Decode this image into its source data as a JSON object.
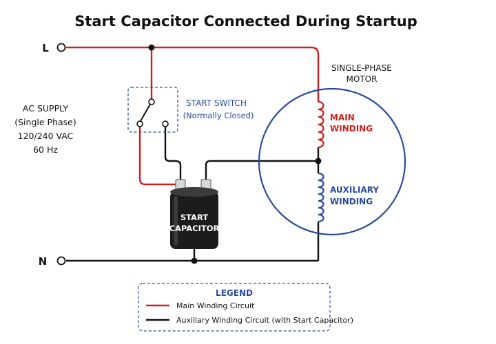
{
  "title": "Start Capacitor Connected During Startup",
  "terminals": {
    "line": "L",
    "neutral": "N"
  },
  "supply": {
    "line1": "AC SUPPLY",
    "line2": "(Single Phase)",
    "line3": "120/240 VAC",
    "line4": "60 Hz"
  },
  "start_switch": {
    "label": "START SWITCH",
    "sublabel": "(Normally Closed)"
  },
  "motor": {
    "label_line1": "SINGLE-PHASE",
    "label_line2": "MOTOR",
    "main_winding_line1": "MAIN",
    "main_winding_line2": "WINDING",
    "aux_winding_line1": "AUXILIARY",
    "aux_winding_line2": "WINDING"
  },
  "capacitor": {
    "label_line1": "START",
    "label_line2": "CAPACITOR"
  },
  "legend": {
    "title": "LEGEND",
    "items": [
      {
        "label": "Main Winding Circuit",
        "color": "#cc1f1f"
      },
      {
        "label": "Auxiliary Winding Circuit (with Start Capacitor)",
        "color": "#111111"
      }
    ]
  },
  "colors": {
    "main_circuit": "#cc1f1f",
    "aux_circuit": "#111111",
    "motor_outline": "#2a4a9c",
    "switch_box": "#2a4a9c"
  }
}
